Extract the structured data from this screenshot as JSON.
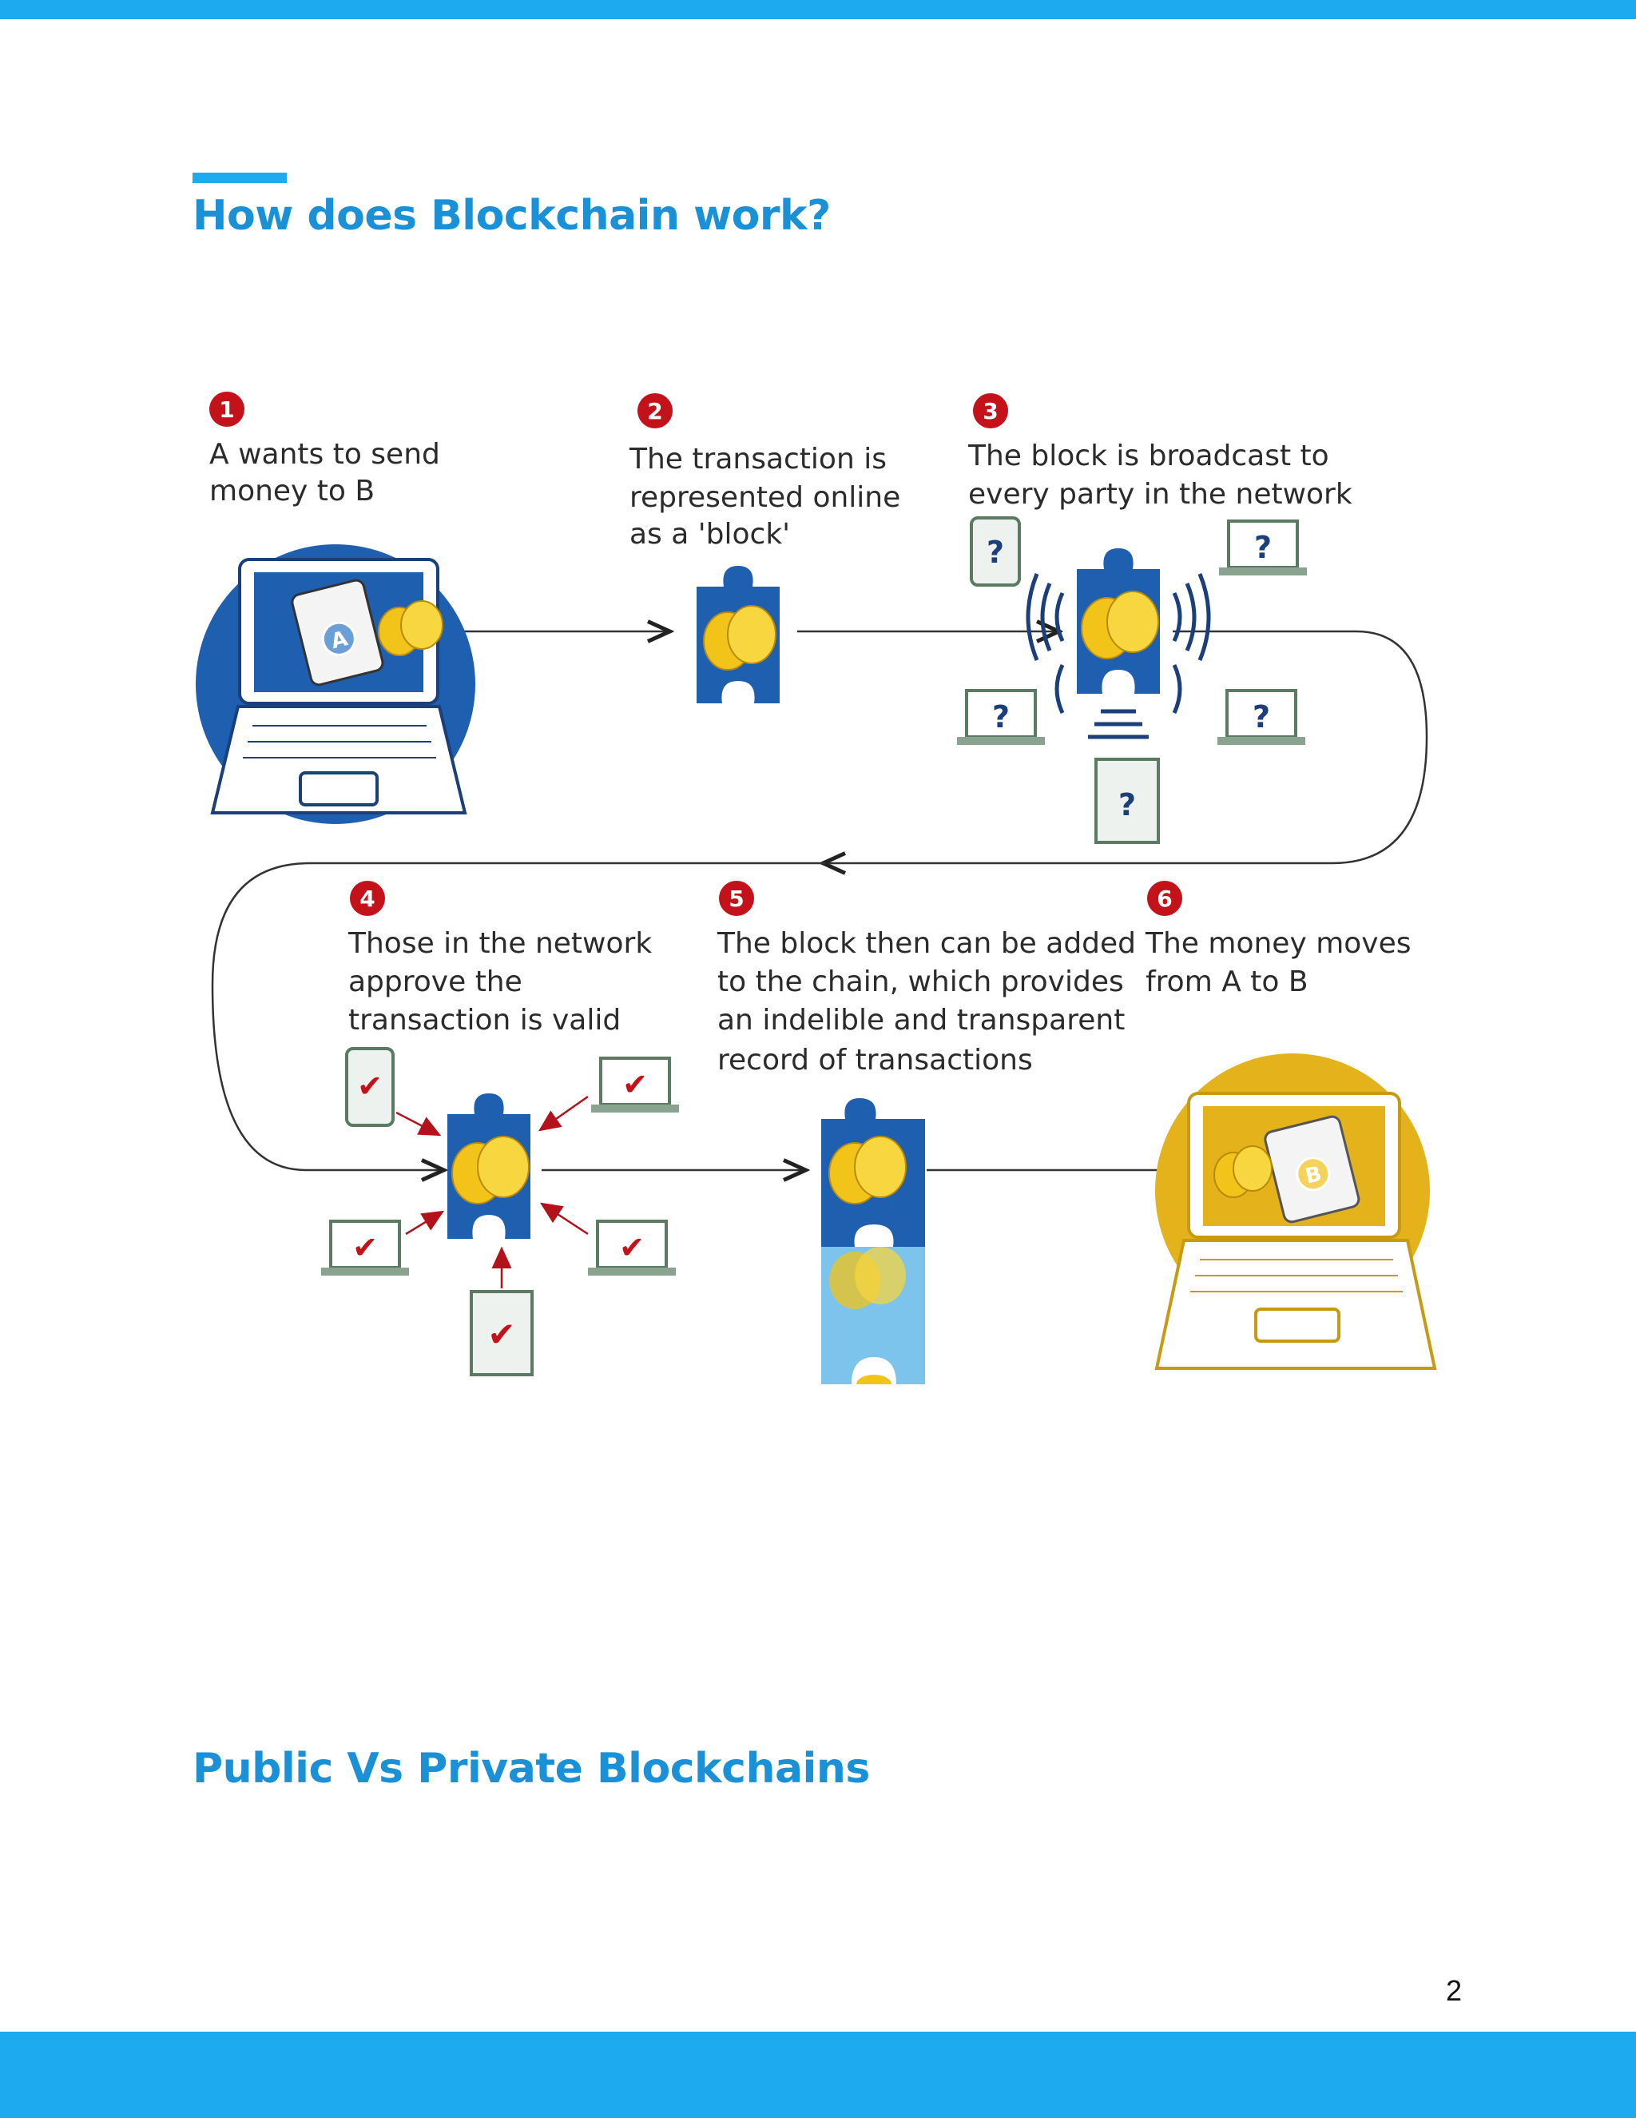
{
  "page": {
    "heading_1": "How does Blockchain work?",
    "heading_2": "Public Vs Private Blockchains",
    "page_number": "2"
  },
  "figure": {
    "steps": [
      {
        "num": "1",
        "lines": [
          "A wants to send",
          "money to B"
        ]
      },
      {
        "num": "2",
        "lines": [
          "The transaction is",
          "represented online",
          "as a 'block'"
        ]
      },
      {
        "num": "3",
        "lines": [
          "The block is broadcast to",
          "every party in the network"
        ]
      },
      {
        "num": "4",
        "lines": [
          "Those in the network",
          "approve the",
          "transaction is valid"
        ]
      },
      {
        "num": "5",
        "lines": [
          "The block then can be added",
          "to the chain, which provides",
          "an indelible and transparent",
          "record of transactions"
        ]
      },
      {
        "num": "6",
        "lines": [
          "The money moves",
          "from A to B"
        ]
      }
    ],
    "wallet_labels": {
      "sender": "A",
      "receiver": "B"
    },
    "device_marks": {
      "pending": "?",
      "approved": "✔"
    }
  },
  "colors": {
    "accent": "#1daaee",
    "heading": "#1a90d6",
    "step_badge": "#c4121b",
    "block_blue": "#1f5fb0",
    "coin": "#f2c318",
    "receiver_gold": "#e4b21a",
    "approve_red": "#c4121b"
  }
}
